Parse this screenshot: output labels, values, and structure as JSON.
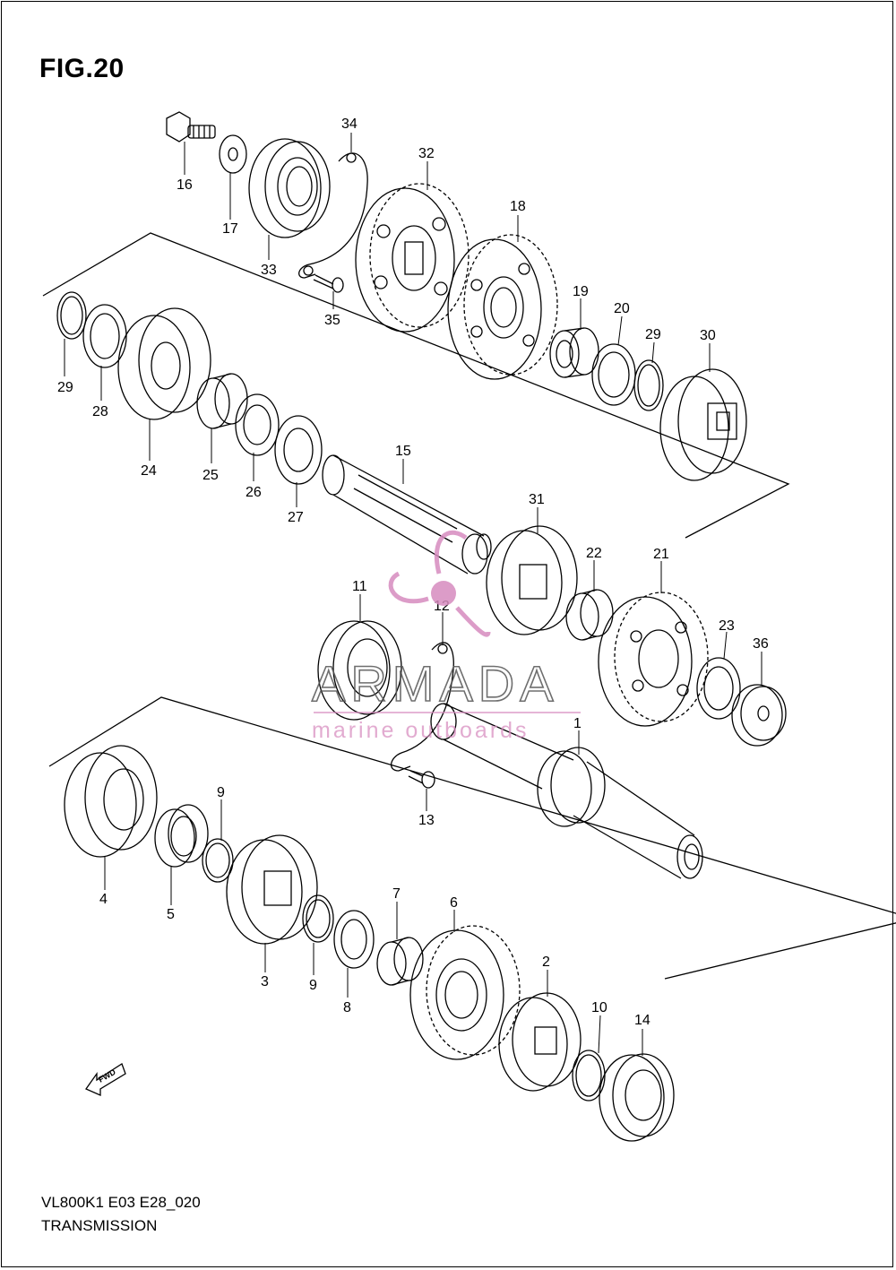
{
  "figure": {
    "title": "FIG.20",
    "code": "VL800K1 E03 E28_020",
    "name": "TRANSMISSION"
  },
  "watermark": {
    "brand": "ARMADA",
    "tagline": "marine outboards",
    "color": "#d78bbf"
  },
  "fwd_label": "FWD",
  "callouts": {
    "c1": "1",
    "c2": "2",
    "c3": "3",
    "c4": "4",
    "c5": "5",
    "c6": "6",
    "c7": "7",
    "c8": "8",
    "c9a": "9",
    "c9b": "9",
    "c10": "10",
    "c11": "11",
    "c12": "12",
    "c13": "13",
    "c14": "14",
    "c15": "15",
    "c16": "16",
    "c17": "17",
    "c18": "18",
    "c19": "19",
    "c20": "20",
    "c21": "21",
    "c22": "22",
    "c23": "23",
    "c24": "24",
    "c25": "25",
    "c26": "26",
    "c27": "27",
    "c28": "28",
    "c29a": "29",
    "c29b": "29",
    "c30": "30",
    "c31": "31",
    "c32": "32",
    "c33": "33",
    "c34": "34",
    "c35": "35",
    "c36": "36"
  }
}
